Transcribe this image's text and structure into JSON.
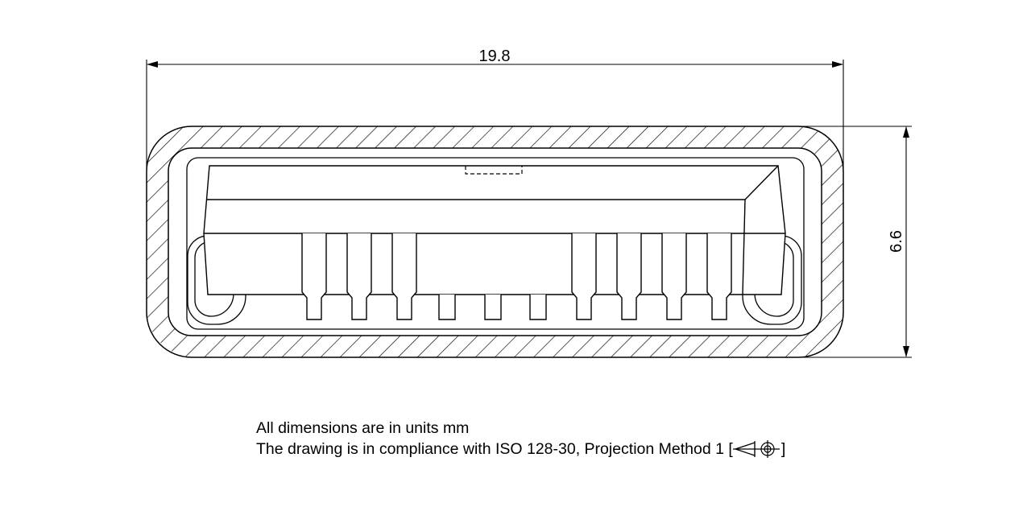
{
  "dimensions": {
    "width_label": "19.8",
    "height_label": "6.6"
  },
  "notes": {
    "units_line": "All dimensions are in units mm",
    "compliance_line": "The drawing is in compliance with ISO 128-30, Projection Method 1 [",
    "compliance_close": "]"
  },
  "icons": {
    "projection_symbol": "first-angle-projection-icon"
  }
}
